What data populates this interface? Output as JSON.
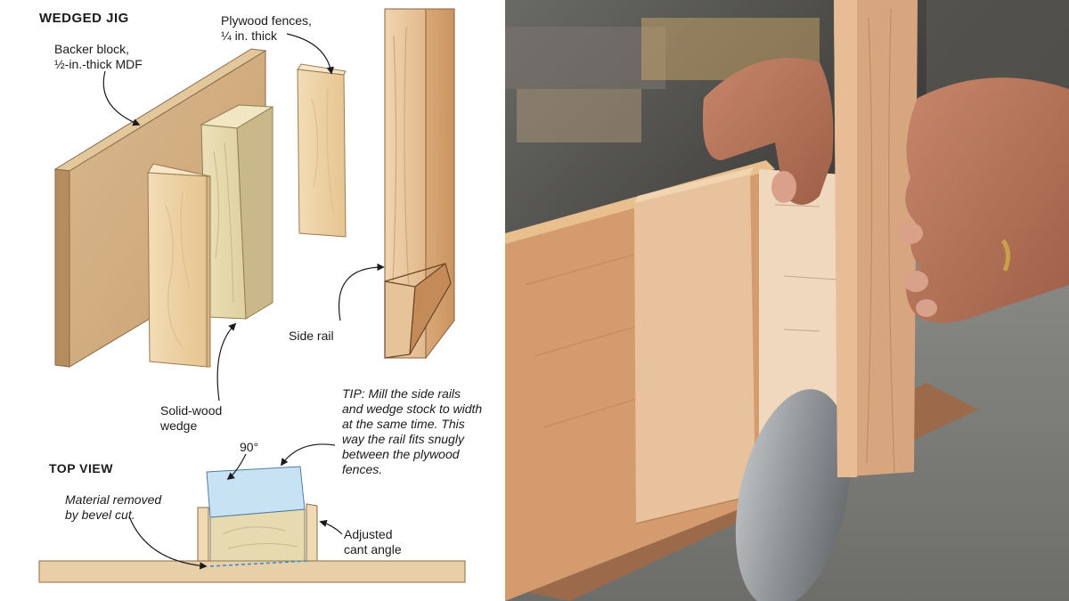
{
  "labels": {
    "title": "WEDGED JIG",
    "backer_line1": "Backer block,",
    "backer_line2": "½-in.-thick MDF",
    "fence_line1": "Plywood fences,",
    "fence_line2": "¼ in. thick",
    "side_rail": "Side rail",
    "wedge_line1": "Solid-wood",
    "wedge_line2": "wedge",
    "top_view": "TOP VIEW",
    "material_line1": "Material removed",
    "material_line2": "by bevel cut.",
    "angle": "90°",
    "adjusted_line1": "Adjusted",
    "adjusted_line2": "cant angle",
    "tip": "TIP: Mill the side rails and wedge stock to width at the same time. This way the rail fits snugly between the plywood fences."
  }
}
